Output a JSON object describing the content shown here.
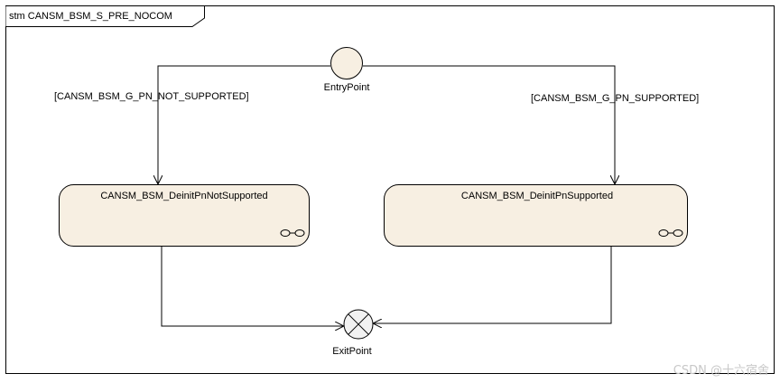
{
  "diagram": {
    "title": "stm CANSM_BSM_S_PRE_NOCOM",
    "entry_point": {
      "label": "EntryPoint"
    },
    "exit_point": {
      "label": "ExitPoint"
    },
    "states": [
      {
        "name": "CANSM_BSM_DeinitPnNotSupported"
      },
      {
        "name": "CANSM_BSM_DeinitPnSupported"
      }
    ],
    "transitions": [
      {
        "guard": "[CANSM_BSM_G_PN_NOT_SUPPORTED]"
      },
      {
        "guard": "[CANSM_BSM_G_PN_SUPPORTED]"
      }
    ],
    "watermark": "CSDN @十六宿舍",
    "colors": {
      "state_fill": "#f7efe2",
      "entry_fill": "#f7efe2",
      "exit_fill": "#f2f2f2",
      "line": "#000000"
    }
  }
}
